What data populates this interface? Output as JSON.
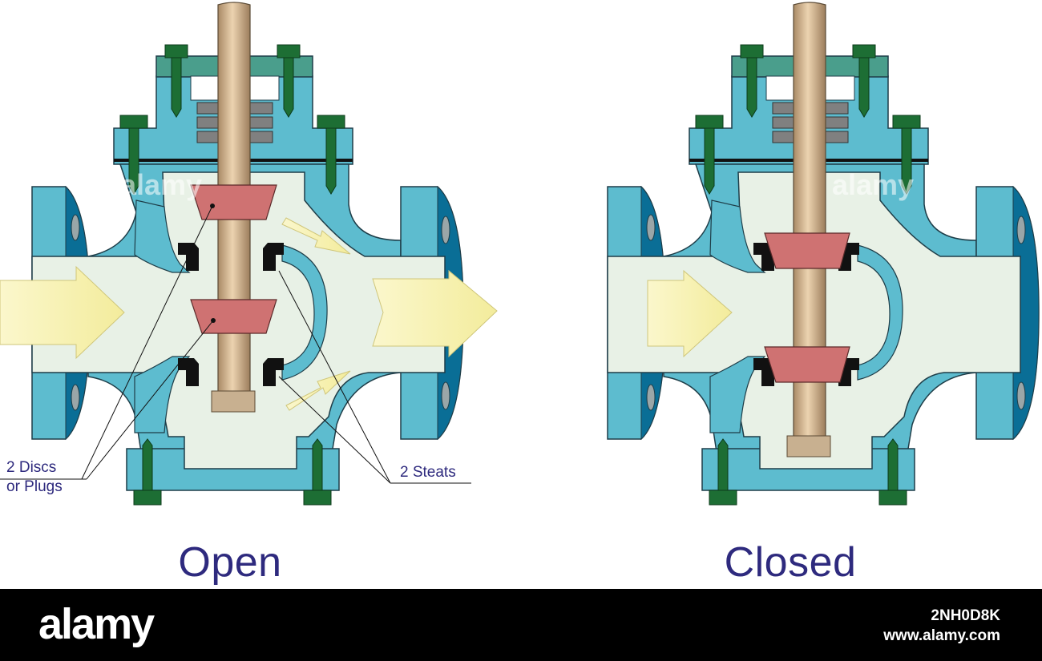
{
  "diagram": {
    "states": [
      {
        "id": "open",
        "title": "Open"
      },
      {
        "id": "closed",
        "title": "Closed"
      }
    ],
    "callouts": {
      "discs": {
        "line1": "2 Discs",
        "line2": "or Plugs"
      },
      "seats": "2 Steats"
    },
    "colors": {
      "body": "#5dbccf",
      "flange_face": "#0a6e96",
      "interior": "#e8f1e6",
      "stem": "#c9a882",
      "plug": "#cf7272",
      "bolt": "#1d6e34",
      "packing": "#808080",
      "seat": "#111111",
      "flow_arrow": "#f8f4b8",
      "title_text": "#2e2a7e"
    }
  },
  "footer": {
    "logo": "alamy",
    "image_id": "2NH0D8K",
    "url": "www.alamy.com"
  }
}
